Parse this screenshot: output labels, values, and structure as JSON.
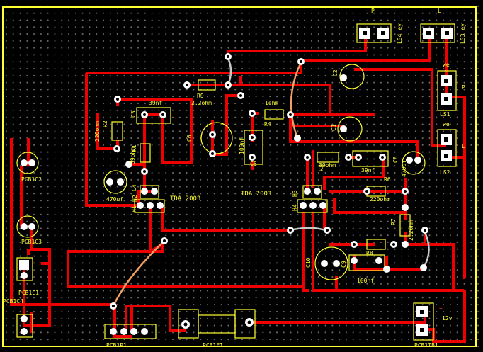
{
  "labels": {
    "p": "P",
    "l": "L",
    "ls4": "LS4 ey",
    "ls3": "LS3 ey",
    "we1": "we",
    "p2": "P",
    "ls1": "LS1",
    "we2": "we",
    "l2": "L",
    "ls2": "LS2",
    "r9": "R9",
    "r9val": "2.2ohm",
    "c2": "C2",
    "ohm1": "1ohm",
    "r4": "R4",
    "c3": "C3",
    "nf39a": "39nf",
    "r2": "R2",
    "ohm220": "220ohm",
    "r1": "R1",
    "ohm39": "39ohm",
    "c6": "C6",
    "nf100a": "100nf",
    "c5": "C5",
    "c1": "C1",
    "r3": "R3",
    "ohm39b": "39ohm",
    "nf39b": "39nf",
    "c8": "C8",
    "uf470a": "470uf",
    "c4": "C4",
    "uf470b": "470uf",
    "h2": "H2",
    "h1": "H1",
    "tda1": "TDA 2003",
    "tda2": "TDA 2003",
    "h3": "H3",
    "h4": "H4",
    "r6": "R6",
    "ohm220b": "220ohm",
    "r7": "R7",
    "r7val": "2.2ohm",
    "r8": "R8",
    "c9": "C9",
    "nf100b": "100nf",
    "c10": "C10",
    "pcb1c2": "PCB1C2",
    "pcb1c3": "PCB1C3",
    "pcb1c1": "PCB1C1",
    "pcb1c4": "PCB1C4",
    "pcb1p1": "PCB1P1",
    "pcb1f1": "PCB1F1",
    "pcb1tb1": "PCB1TB1",
    "plus": "+",
    "v12": "12v",
    "minus": "−"
  }
}
